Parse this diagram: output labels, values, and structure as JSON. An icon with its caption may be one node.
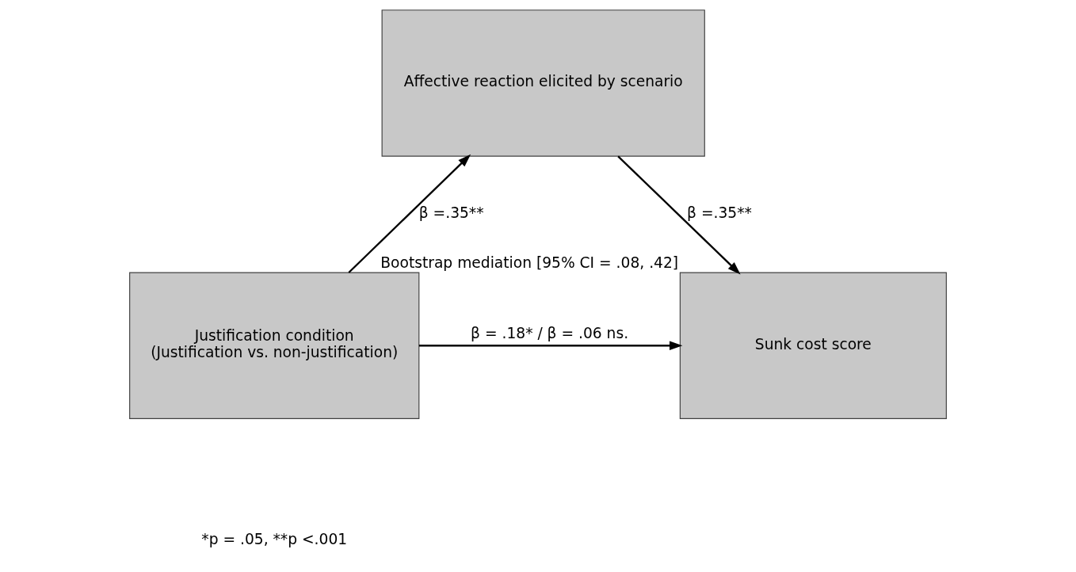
{
  "diagram": {
    "nodes": [
      {
        "text": [
          "Affective reaction elicited by scenario"
        ]
      },
      {
        "text": [
          "Justification condition",
          "(Justification vs. non-justification)"
        ]
      },
      {
        "text": [
          "Sunk cost score"
        ],
        "beside": [
          "Bootstrap mediation [95% CI = .08, .42]"
        ]
      }
    ],
    "edges": [
      {
        "from": 1,
        "to": 0,
        "arrow": "to",
        "label": "β =.35**"
      },
      {
        "from": 0,
        "to": 2,
        "arrow": "to",
        "label": "β =.35**"
      },
      {
        "from": 1,
        "to": 2,
        "arrow": "to",
        "label": "β = .18* / β = .06 ns."
      }
    ],
    "labels": [
      "*p = .05, **p <.001"
    ]
  }
}
